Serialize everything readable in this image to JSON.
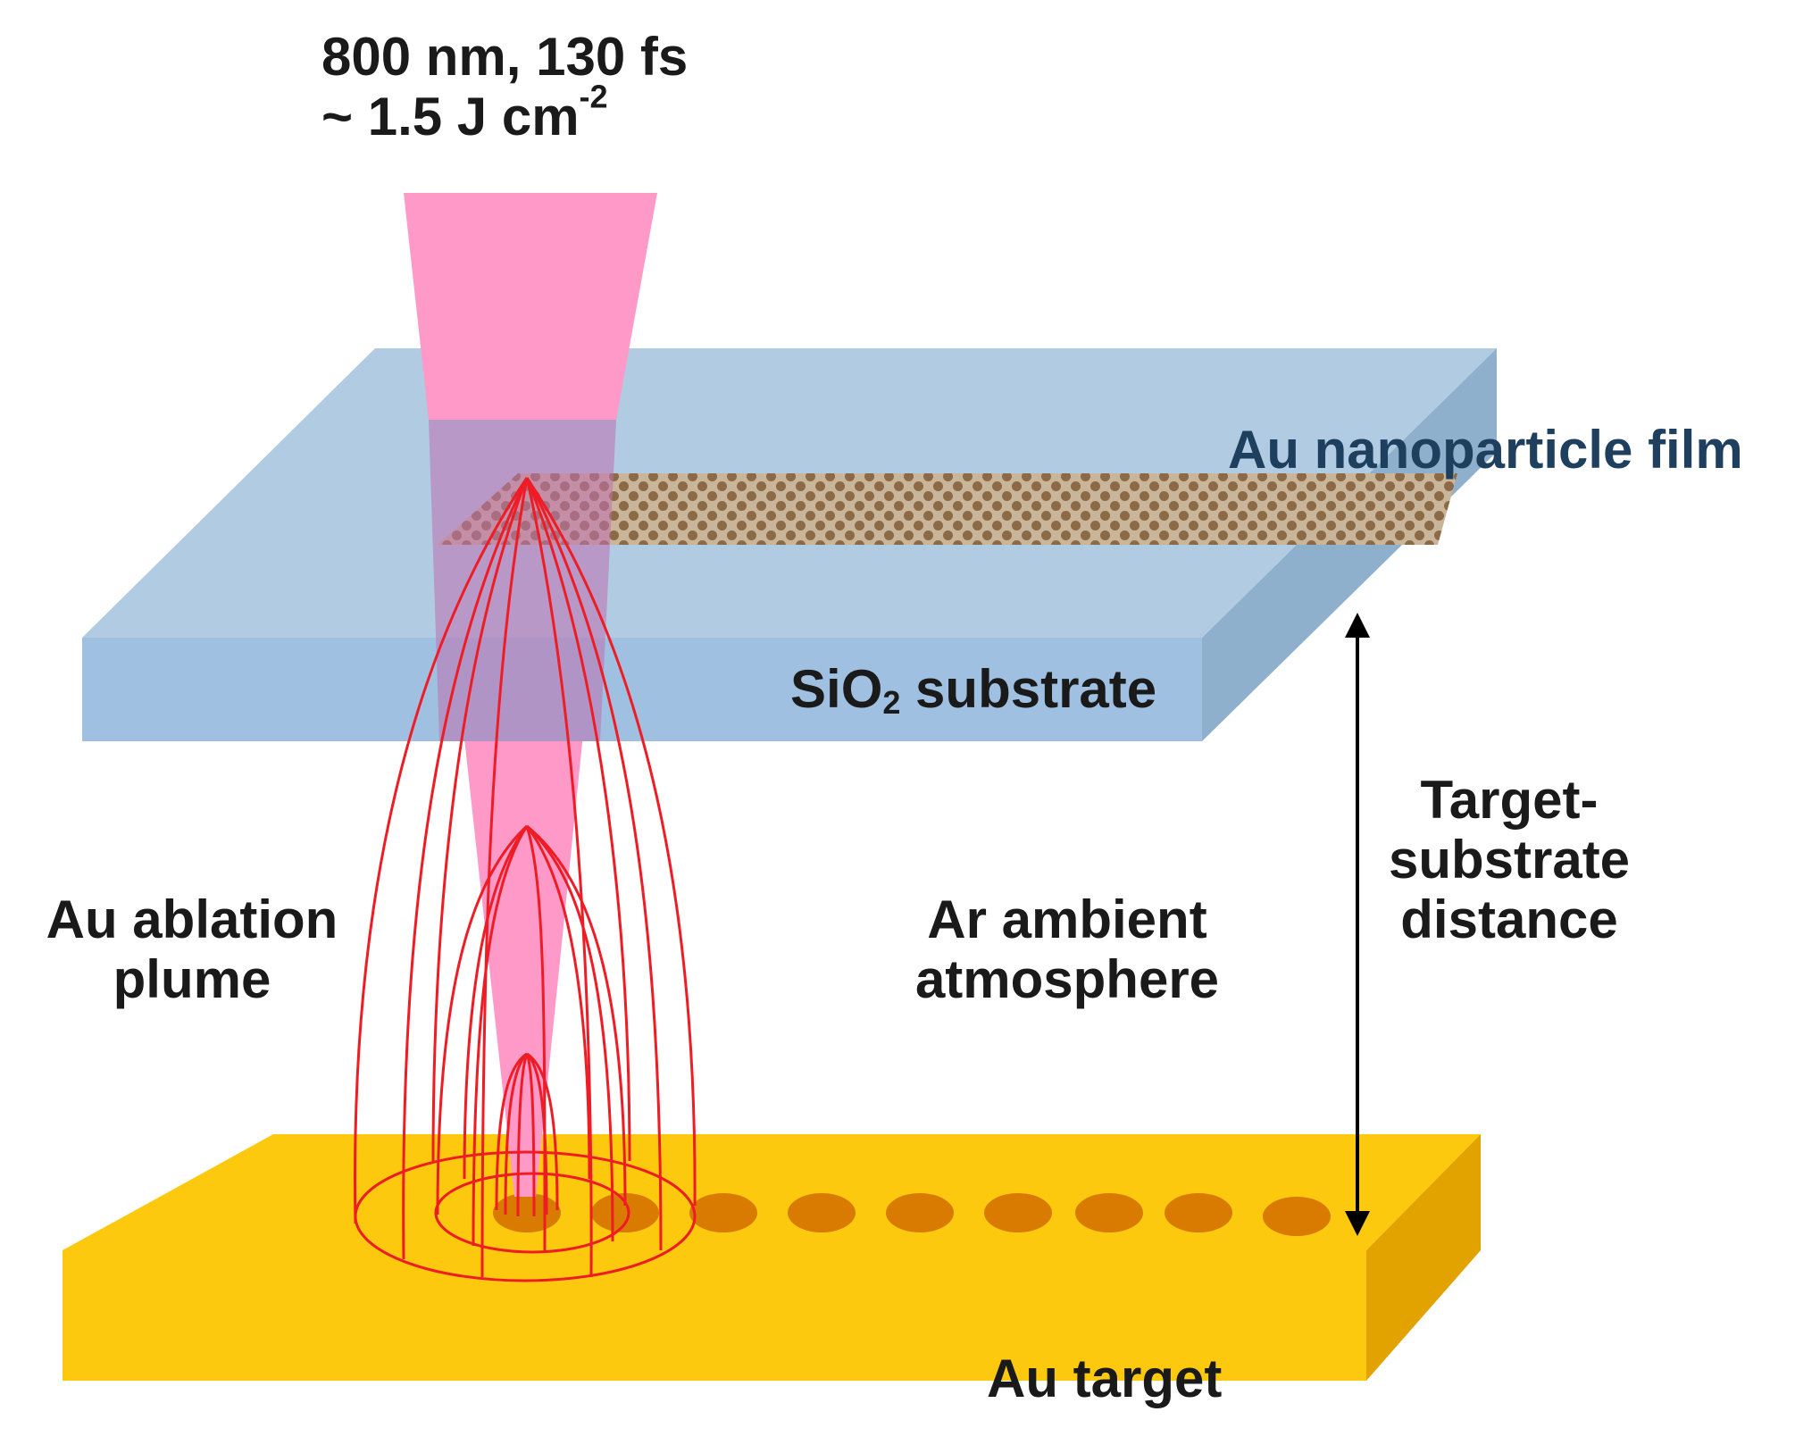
{
  "laser": {
    "line1": "800 nm, 130 fs",
    "line2_prefix": "~ 1.5 J cm",
    "line2_exp": "-2"
  },
  "labels": {
    "film": "Au nanoparticle film",
    "substrate_prefix": "SiO",
    "substrate_sub": "2",
    "substrate_suffix": " substrate",
    "plume_line1": "Au ablation",
    "plume_line2": "plume",
    "ambient_line1": "Ar ambient",
    "ambient_line2": "atmosphere",
    "distance_line1": "Target-",
    "distance_line2": "substrate",
    "distance_line3": "distance",
    "target": "Au target"
  },
  "colors": {
    "laser_beam": "#ff99c8",
    "substrate_top": "#b0cbe2",
    "substrate_front": "#9fc0e0",
    "substrate_side": "#8fb0cc",
    "nanoparticle_film": "#a88c6a",
    "target_top": "#fdc90f",
    "target_front": "#fdc90f",
    "target_side": "#e2a200",
    "ablation_spots": "#d97b00",
    "plume_lines": "#ee1c24",
    "arrow": "#000000"
  }
}
